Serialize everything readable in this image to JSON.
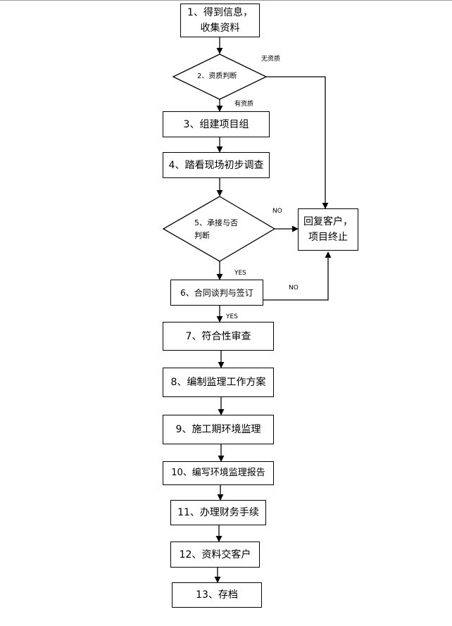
{
  "steps": {
    "s1_line1": "1、得到信息，",
    "s1_line2": "收集资料",
    "d2": "2、资质判断",
    "s3": "3、组建项目组",
    "s4": "4、踏看现场初步调查",
    "d5_line1": "5、承接与否",
    "d5_line2": "判断",
    "s6": "6、合同谈判与签订",
    "s7": "7、符合性审查",
    "s8": "8、编制监理工作方案",
    "s9": "9、施工期环境监理",
    "s10": "10、编写环境监理报告",
    "s11": "11、办理财务手续",
    "s12": "12、资料交客户",
    "s13": "13、存档",
    "reply_line1": "回复客户，",
    "reply_line2": "项目终止"
  },
  "labels": {
    "no_qualification": "无资质",
    "has_qualification": "有资质",
    "no_1": "NO",
    "yes_1": "YES",
    "no_2": "NO",
    "yes_2": "YES"
  }
}
